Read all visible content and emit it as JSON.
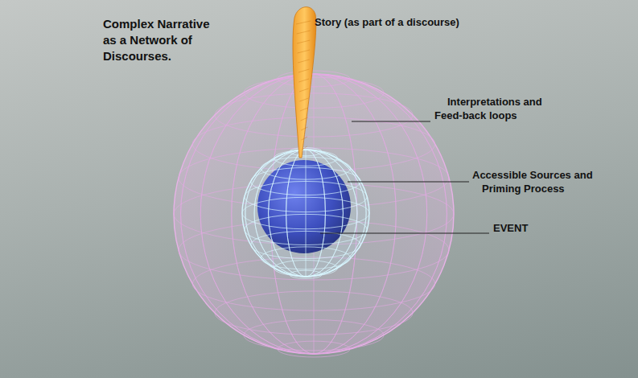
{
  "diagram": {
    "title": "Complex Narrative as a Network of Discourses.",
    "labels": [
      "Story (as part of a discourse)",
      "Interpretations and Feed-back loops",
      "Accessible Sources and Priming Process",
      "EVENT"
    ]
  }
}
